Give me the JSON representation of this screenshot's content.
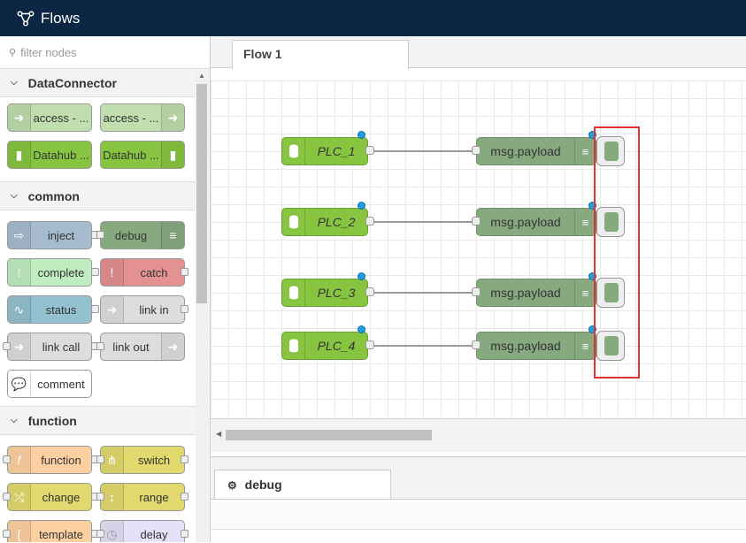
{
  "header": {
    "title": "Flows"
  },
  "palette": {
    "filter_placeholder": "filter nodes",
    "categories": [
      {
        "name": "DataConnector",
        "nodes": [
          {
            "label": "access - ..."
          },
          {
            "label": "access - ..."
          },
          {
            "label": "Datahub ..."
          },
          {
            "label": "Datahub ..."
          }
        ]
      },
      {
        "name": "common",
        "nodes": [
          {
            "label": "inject"
          },
          {
            "label": "debug"
          },
          {
            "label": "complete"
          },
          {
            "label": "catch"
          },
          {
            "label": "status"
          },
          {
            "label": "link in"
          },
          {
            "label": "link call"
          },
          {
            "label": "link out"
          },
          {
            "label": "comment"
          }
        ]
      },
      {
        "name": "function",
        "nodes": [
          {
            "label": "function"
          },
          {
            "label": "switch"
          },
          {
            "label": "change"
          },
          {
            "label": "range"
          },
          {
            "label": "template"
          },
          {
            "label": "delay"
          }
        ]
      }
    ]
  },
  "workspace": {
    "tabs": [
      {
        "label": "Flow 1"
      }
    ],
    "flow": [
      {
        "inject": "PLC_1",
        "debug": "msg.payload"
      },
      {
        "inject": "PLC_2",
        "debug": "msg.payload"
      },
      {
        "inject": "PLC_3",
        "debug": "msg.payload"
      },
      {
        "inject": "PLC_4",
        "debug": "msg.payload"
      }
    ]
  },
  "sidebar": {
    "tab_label": "debug"
  },
  "colors": {
    "header_bg": "#0b2744",
    "datahub_node": "#87c540",
    "debug_node": "#87a980",
    "inject_node": "#a6bbcf",
    "highlight": "#e03232",
    "status_dot": "#1e9fe0"
  }
}
